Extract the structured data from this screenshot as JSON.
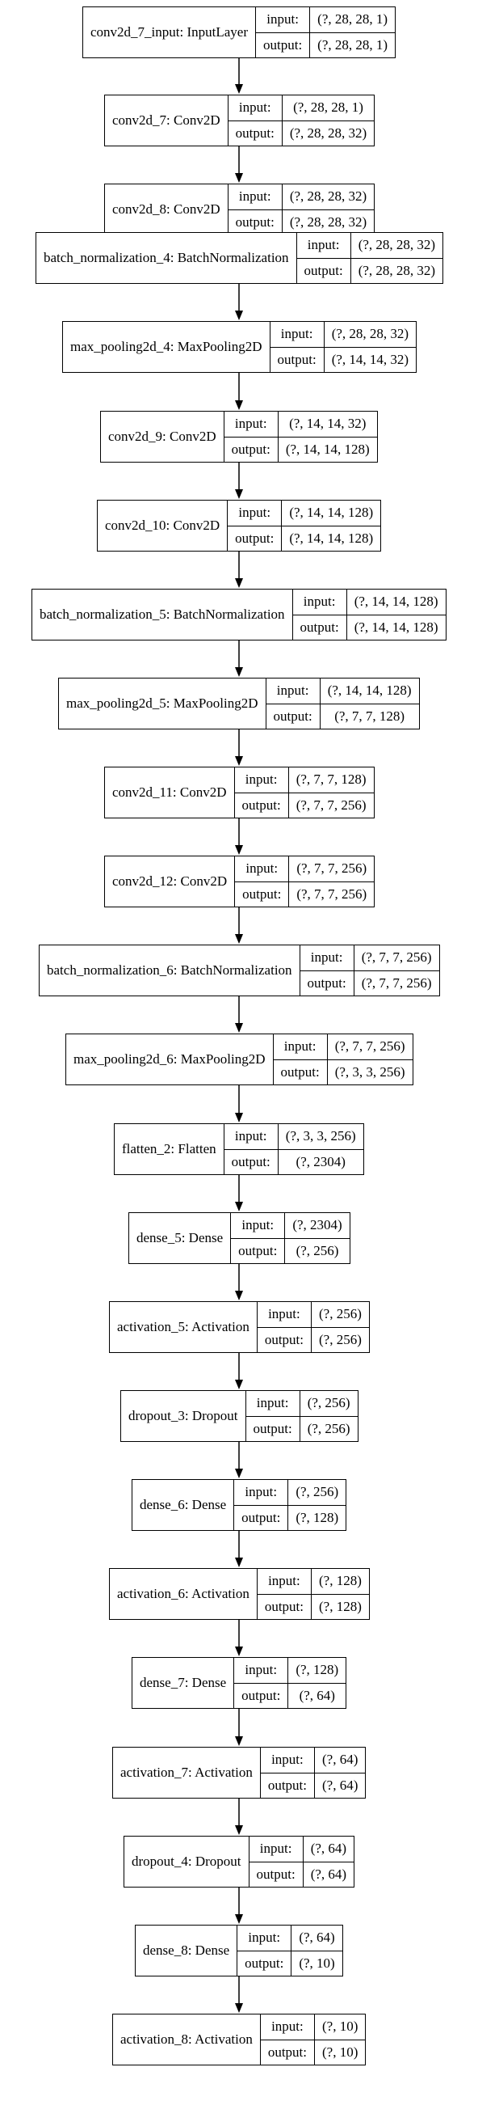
{
  "labels": {
    "input": "input:",
    "output": "output:"
  },
  "layers": [
    {
      "name": "conv2d_7_input: InputLayer",
      "input": "(?, 28, 28, 1)",
      "output": "(?, 28, 28, 1)"
    },
    {
      "name": "conv2d_7: Conv2D",
      "input": "(?, 28, 28, 1)",
      "output": "(?, 28, 28, 32)"
    },
    {
      "name": "conv2d_8: Conv2D",
      "input": "(?, 28, 28, 32)",
      "output": "(?, 28, 28, 32)"
    },
    {
      "name": "batch_normalization_4: BatchNormalization",
      "input": "(?, 28, 28, 32)",
      "output": "(?, 28, 28, 32)"
    },
    {
      "name": "max_pooling2d_4: MaxPooling2D",
      "input": "(?, 28, 28, 32)",
      "output": "(?, 14, 14, 32)"
    },
    {
      "name": "conv2d_9: Conv2D",
      "input": "(?, 14, 14, 32)",
      "output": "(?, 14, 14, 128)"
    },
    {
      "name": "conv2d_10: Conv2D",
      "input": "(?, 14, 14, 128)",
      "output": "(?, 14, 14, 128)"
    },
    {
      "name": "batch_normalization_5: BatchNormalization",
      "input": "(?, 14, 14, 128)",
      "output": "(?, 14, 14, 128)"
    },
    {
      "name": "max_pooling2d_5: MaxPooling2D",
      "input": "(?, 14, 14, 128)",
      "output": "(?, 7, 7, 128)"
    },
    {
      "name": "conv2d_11: Conv2D",
      "input": "(?, 7, 7, 128)",
      "output": "(?, 7, 7, 256)"
    },
    {
      "name": "conv2d_12: Conv2D",
      "input": "(?, 7, 7, 256)",
      "output": "(?, 7, 7, 256)"
    },
    {
      "name": "batch_normalization_6: BatchNormalization",
      "input": "(?, 7, 7, 256)",
      "output": "(?, 7, 7, 256)"
    },
    {
      "name": "max_pooling2d_6: MaxPooling2D",
      "input": "(?, 7, 7, 256)",
      "output": "(?, 3, 3, 256)"
    },
    {
      "name": "flatten_2: Flatten",
      "input": "(?, 3, 3, 256)",
      "output": "(?, 2304)"
    },
    {
      "name": "dense_5: Dense",
      "input": "(?, 2304)",
      "output": "(?, 256)"
    },
    {
      "name": "activation_5: Activation",
      "input": "(?, 256)",
      "output": "(?, 256)"
    },
    {
      "name": "dropout_3: Dropout",
      "input": "(?, 256)",
      "output": "(?, 256)"
    },
    {
      "name": "dense_6: Dense",
      "input": "(?, 256)",
      "output": "(?, 128)"
    },
    {
      "name": "activation_6: Activation",
      "input": "(?, 128)",
      "output": "(?, 128)"
    },
    {
      "name": "dense_7: Dense",
      "input": "(?, 128)",
      "output": "(?, 64)"
    },
    {
      "name": "activation_7: Activation",
      "input": "(?, 64)",
      "output": "(?, 64)"
    },
    {
      "name": "dropout_4: Dropout",
      "input": "(?, 64)",
      "output": "(?, 64)"
    },
    {
      "name": "dense_8: Dense",
      "input": "(?, 64)",
      "output": "(?, 10)"
    },
    {
      "name": "activation_8: Activation",
      "input": "(?, 10)",
      "output": "(?, 10)"
    }
  ]
}
